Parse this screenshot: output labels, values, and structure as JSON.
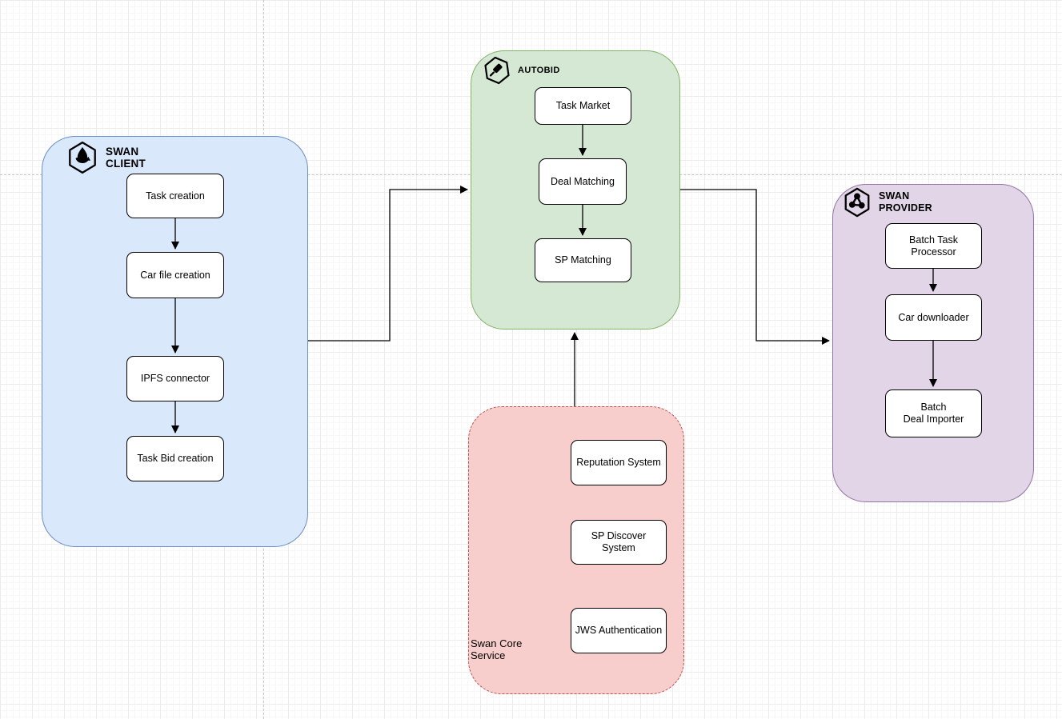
{
  "diagram": {
    "containers": {
      "swan_client": {
        "title": "SWAN\nCLIENT",
        "icon": "swan-drop-hexagon-icon",
        "fill": "#dae8fc",
        "border": "#6c8ebf",
        "nodes": [
          "Task creation",
          "Car file creation",
          "IPFS connector",
          "Task Bid creation"
        ]
      },
      "autobid": {
        "title": "AUTOBID",
        "icon": "gavel-hexagon-icon",
        "fill": "#d5e8d4",
        "border": "#82b366",
        "nodes": [
          "Task Market",
          "Deal Matching",
          "SP Matching"
        ]
      },
      "swan_provider": {
        "title": "SWAN\nPROVIDER",
        "icon": "cluster-hexagon-icon",
        "fill": "#e1d5e7",
        "border": "#9673a6",
        "nodes": [
          "Batch Task Processor",
          "Car downloader",
          "Batch\nDeal Importer"
        ]
      },
      "swan_core_service": {
        "title": "Swan Core\nService",
        "fill": "#f8cecc",
        "border": "#b85450",
        "border_style": "dashed",
        "nodes": [
          "Reputation System",
          "SP Discover System",
          "JWS Authentication"
        ]
      }
    },
    "connections": [
      {
        "from": "Task creation",
        "to": "Car file creation"
      },
      {
        "from": "Car file creation",
        "to": "IPFS connector"
      },
      {
        "from": "IPFS connector",
        "to": "Task Bid creation"
      },
      {
        "from": "Task Market",
        "to": "Deal Matching"
      },
      {
        "from": "Deal Matching",
        "to": "SP Matching"
      },
      {
        "from": "Batch Task Processor",
        "to": "Car downloader"
      },
      {
        "from": "Car downloader",
        "to": "Batch Deal Importer"
      },
      {
        "from": "SWAN CLIENT",
        "to": "AUTOBID"
      },
      {
        "from": "AUTOBID",
        "to": "SWAN PROVIDER"
      },
      {
        "from": "Swan Core Service",
        "to": "AUTOBID"
      }
    ]
  }
}
